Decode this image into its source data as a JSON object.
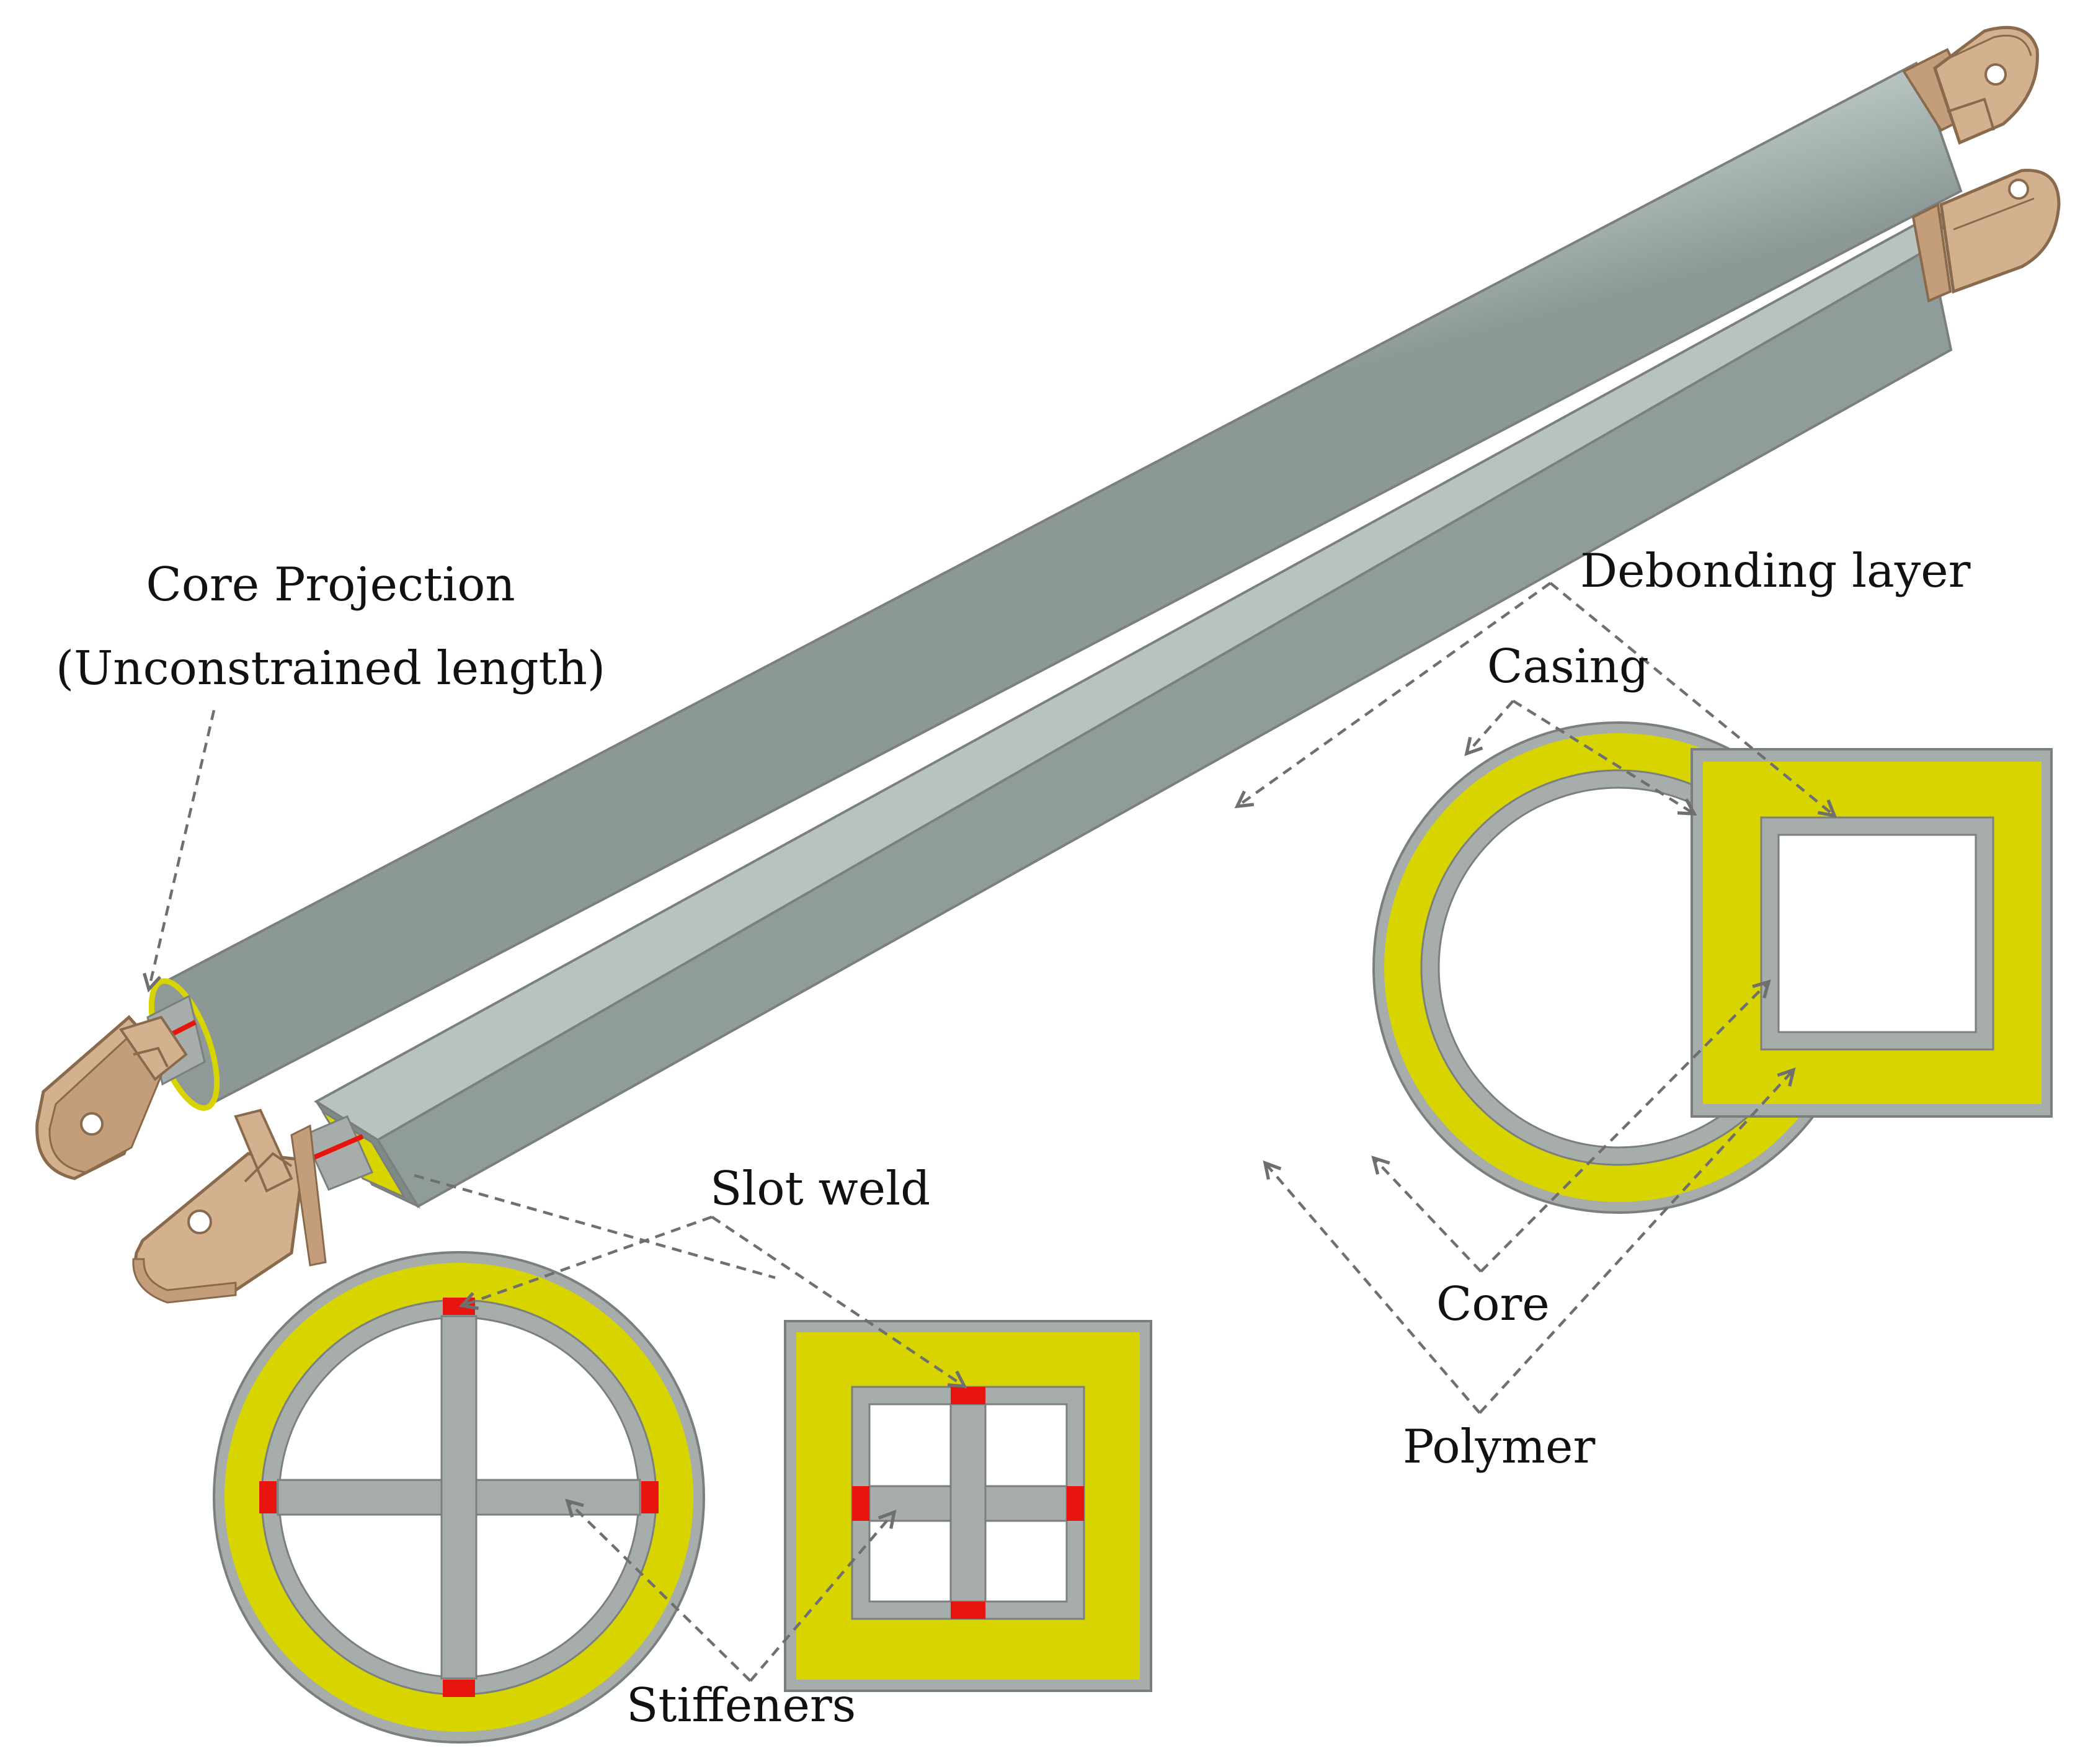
{
  "labels": {
    "core_projection": "Core Projection",
    "unconstrained_length": "(Unconstrained length)",
    "debonding_layer": "Debonding layer",
    "casing": "Casing",
    "slot_weld": "Slot weld",
    "core": "Core",
    "polymer": "Polymer",
    "stiffeners": "Stiffeners"
  },
  "colors": {
    "steel": "#a6adab",
    "steel_outline": "#7b807f",
    "polymer": "#d8d400",
    "weld": "#e8150f",
    "end_plate": "#d3b08e",
    "end_plate_outline": "#8a6a4c",
    "arrow": "#6f6f6f"
  },
  "icons": {
    "arrowhead": "open-arrowhead-icon"
  }
}
